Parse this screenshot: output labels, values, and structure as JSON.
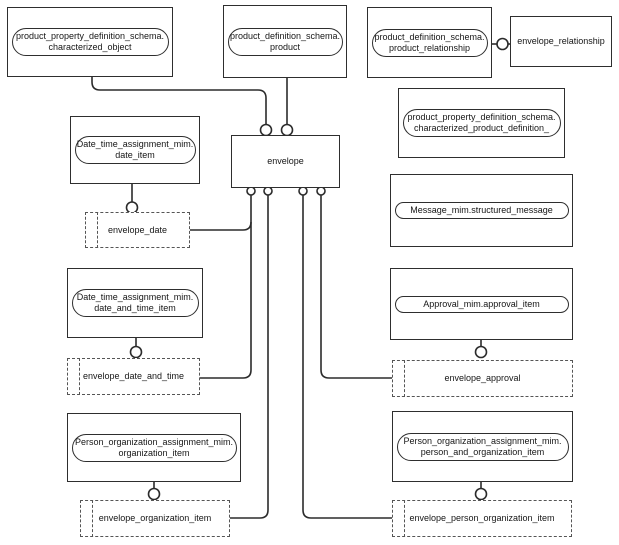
{
  "colors": {
    "line": "#2b2b2b",
    "background": "#ffffff",
    "dashed_reference": "#555555"
  },
  "entities": {
    "characterized_object": {
      "line1": "product_property_definition_schema.",
      "line2": "characterized_object"
    },
    "product": {
      "line1": "product_definition_schema.",
      "line2": "product"
    },
    "product_relationship": {
      "line1": "product_definition_schema.",
      "line2": "product_relationship"
    },
    "envelope_relationship": {
      "label": "envelope_relationship"
    },
    "characterized_product_definition": {
      "line1": "product_property_definition_schema.",
      "line2": "characterized_product_definition_"
    },
    "envelope": {
      "label": "envelope"
    },
    "date_item": {
      "line1": "Date_time_assignment_mim.",
      "line2": "date_item"
    },
    "envelope_date": {
      "label": "envelope_date"
    },
    "date_and_time_item": {
      "line1": "Date_time_assignment_mim.",
      "line2": "date_and_time_item"
    },
    "envelope_date_and_time": {
      "label": "envelope_date_and_time"
    },
    "structured_message": {
      "label": "Message_mim.structured_message"
    },
    "approval_item": {
      "label": "Approval_mim.approval_item"
    },
    "envelope_approval": {
      "label": "envelope_approval"
    },
    "organization_item": {
      "line1": "Person_organization_assignment_mim.",
      "line2": "organization_item"
    },
    "envelope_organization_item": {
      "label": "envelope_organization_item"
    },
    "person_and_organization_item": {
      "line1": "Person_organization_assignment_mim.",
      "line2": "person_and_organization_item"
    },
    "envelope_person_organization_item": {
      "label": "envelope_person_organization_item"
    }
  }
}
